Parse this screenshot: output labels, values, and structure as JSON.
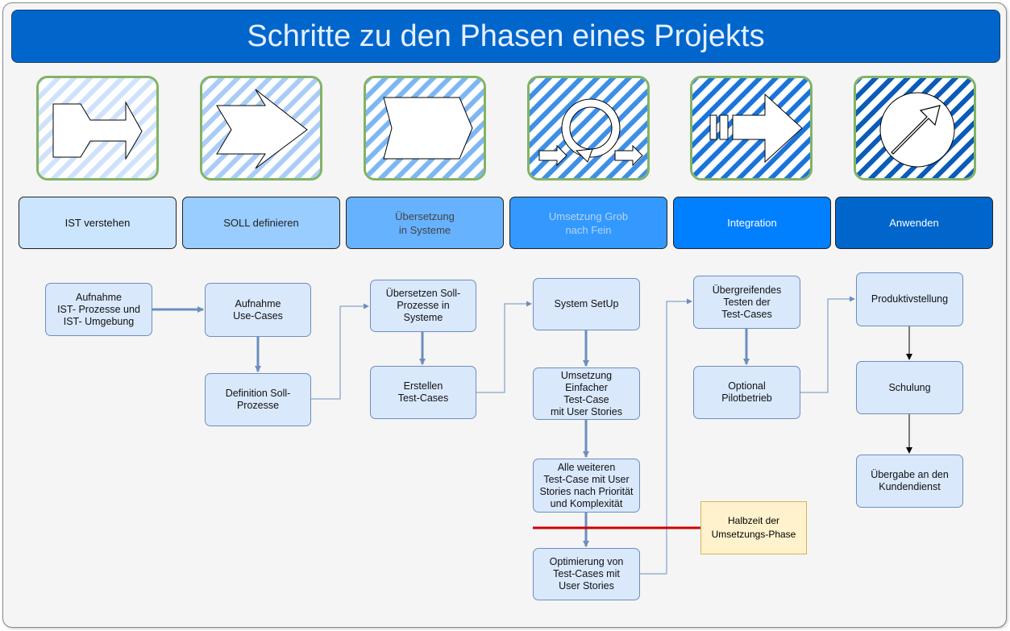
{
  "title": "Schritte zu den Phasen eines Projekts",
  "tiles": [
    {
      "icon": "ist-arrow-icon",
      "stripe": "#cfe2fb"
    },
    {
      "icon": "soll-arrow-icon",
      "stripe": "#a9cdf6"
    },
    {
      "icon": "chevron-icon",
      "stripe": "#7db6f4"
    },
    {
      "icon": "cycle-icon",
      "stripe": "#3d8fe8"
    },
    {
      "icon": "double-arrow-icon",
      "stripe": "#1a74dc"
    },
    {
      "icon": "exit-arrow-icon",
      "stripe": "#0a5cb8"
    }
  ],
  "phases": [
    {
      "label": "IST verstehen",
      "bg": "#cce5ff",
      "color": "#111111"
    },
    {
      "label": "SOLL definieren",
      "bg": "#99ccff",
      "color": "#222222"
    },
    {
      "label": "Übersetzung\nin Systeme",
      "bg": "#66b2ff",
      "color": "#444444"
    },
    {
      "label": "Umsetzung Grob\nnach Fein",
      "bg": "#3399ff",
      "color": "#b8d4f0"
    },
    {
      "label": "Integration",
      "bg": "#007fff",
      "color": "#ffffff"
    },
    {
      "label": "Anwenden",
      "bg": "#0066cc",
      "color": "#ffffff"
    }
  ],
  "steps": {
    "aufnahme_ist": "Aufnahme\nIST- Prozesse und\nIST- Umgebung",
    "aufnahme_use": "Aufnahme\nUse-Cases",
    "definition_soll": "Definition Soll-\nProzesse",
    "uebersetzen": "Übersetzen Soll-\nProzesse in\nSysteme",
    "erstellen": "Erstellen\nTest-Cases",
    "setup": "System SetUp",
    "umsetzung_einfach": "Umsetzung\nEinfacher\nTest-Case\nmit User Stories",
    "alle_weiteren": "Alle weiteren\nTest-Case mit User\nStories nach Priorität\nund Komplexität",
    "optimierung": "Optimierung von\nTest-Cases mit\nUser Stories",
    "uebergreifend": "Übergreifendes\nTesten der\nTest-Cases",
    "pilot": "Optional\nPilotbetrieb",
    "produktiv": "Produktivstellung",
    "schulung": "Schulung",
    "uebergabe": "Übergabe an den\nKundendienst"
  },
  "note": "Halbzeit der\nUmsetzungs-Phase",
  "colors": {
    "connector": "#6c8ebf",
    "milestone_line": "#cc0000",
    "tile_border": "#82b366"
  }
}
